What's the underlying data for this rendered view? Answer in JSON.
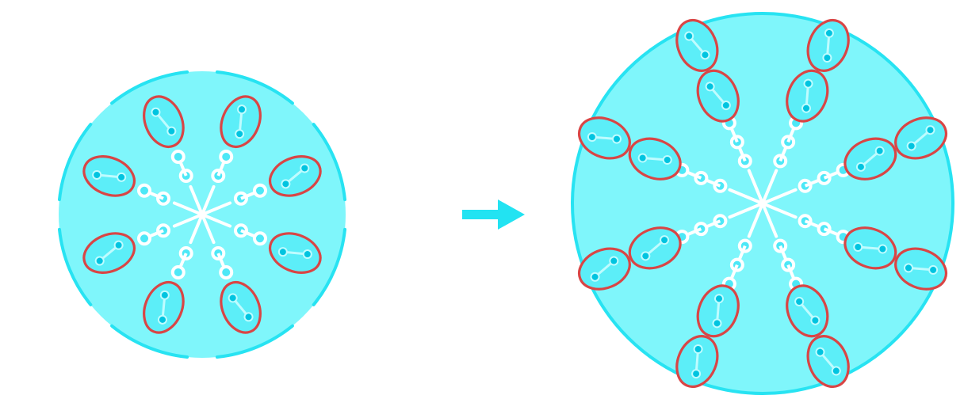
{
  "diagram": {
    "description_text": "",
    "colors": {
      "background": "#ffffff",
      "vessel_fill": "#7ff6fb",
      "vessel_stroke": "#27e3f2",
      "arm_white": "#ffffff",
      "bead_fill": "#4de8f7",
      "ellipse_fill": "#5ceef8",
      "ellipse_stroke": "#d94545",
      "dot": "#00c4e0",
      "arrow": "#22e3f2"
    },
    "left_structure": {
      "name": "before-expansion",
      "arm_count": 8,
      "outer_ring": "segmented",
      "beads_per_arm": 2,
      "tips_per_arm": 1
    },
    "arrow": {
      "direction": "right",
      "icon": "right-arrow-icon"
    },
    "right_structure": {
      "name": "after-expansion",
      "arm_count": 8,
      "outer_ring": "continuous",
      "beads_per_arm": 3,
      "tips_per_arm": 2
    }
  }
}
